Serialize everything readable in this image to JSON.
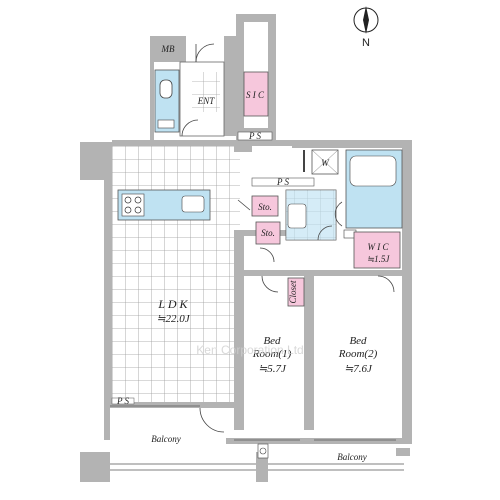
{
  "compass": {
    "label": "N"
  },
  "labels": {
    "mb": "MB",
    "ent": "ENT",
    "sic": "S I C",
    "ps_top": "P S",
    "ps_mid": "P S",
    "ps_left": "P S",
    "w": "W",
    "sto1": "Sto.",
    "sto2": "Sto.",
    "wic_title": "W I C",
    "wic_area": "≒1.5J",
    "closet": "Closet",
    "ldk_title": "L D K",
    "ldk_area": "≒22.0J",
    "bed1_l1": "Bed",
    "bed1_l2": "Room(1)",
    "bed1_area": "≒5.7J",
    "bed2_l1": "Bed",
    "bed2_l2": "Room(2)",
    "bed2_area": "≒7.6J",
    "balcony_left": "Balcony",
    "balcony_right": "Balcony"
  },
  "watermark": "Ken Corporation Ltd",
  "colors": {
    "wall": "#b3b3b3",
    "wet_area": "#bfe2f2",
    "storage": "#f6c7dc",
    "floor_grid": "#9a9a9a"
  }
}
